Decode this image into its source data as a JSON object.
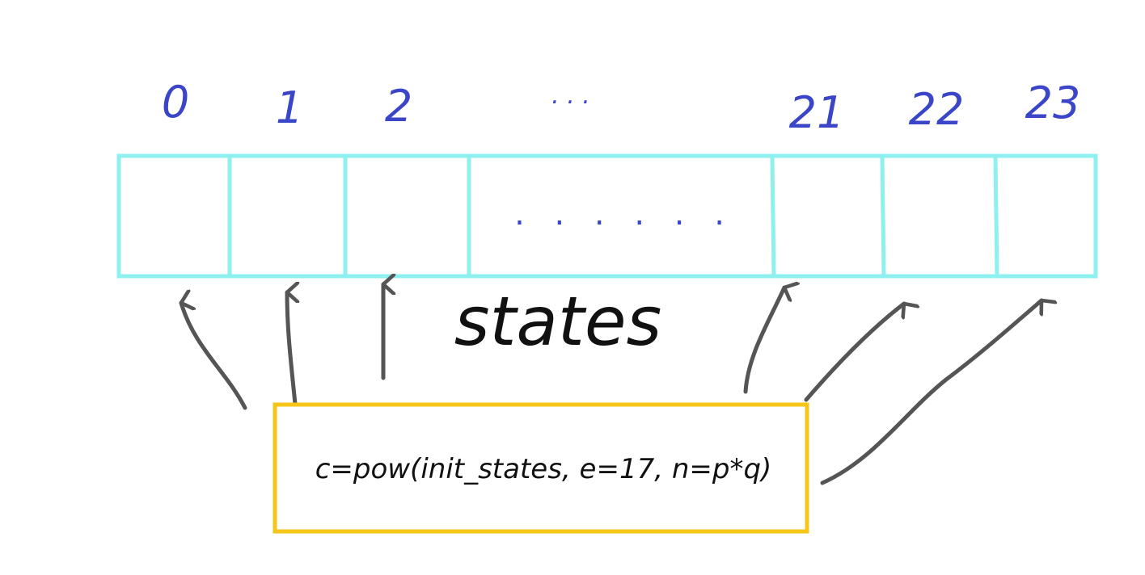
{
  "diagram": {
    "index_labels": [
      "0",
      "1",
      "2",
      ". . .",
      "21",
      "22",
      "23"
    ],
    "cell_ellipsis": ". . . . . .",
    "array_label": "states",
    "formula": "c=pow(init_states, e=17, n=p*q)",
    "colors": {
      "index_text": "#3b45c8",
      "array_border": "#8ff0f0",
      "box_border": "#f5c518",
      "arrow": "#555555",
      "text": "#111111"
    }
  }
}
